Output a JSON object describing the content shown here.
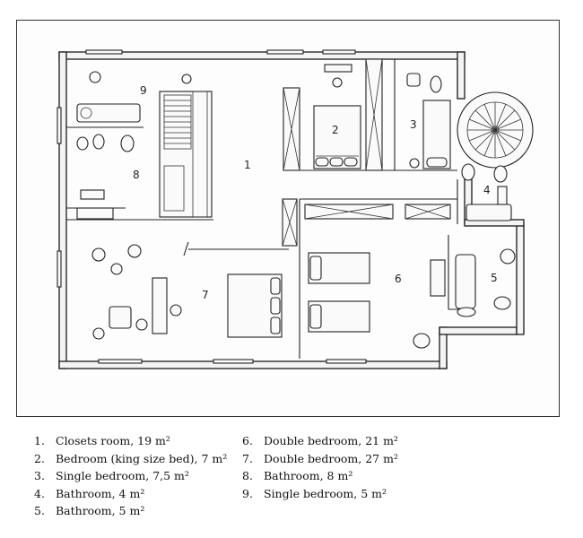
{
  "room_numbers": [
    "1",
    "2",
    "3",
    "4",
    "5",
    "6",
    "7",
    "8",
    "9"
  ],
  "legend": {
    "left": [
      {
        "num": "1.",
        "text": "Closets room, 19 m²"
      },
      {
        "num": "2.",
        "text": "Bedroom (king size bed), 7 m²"
      },
      {
        "num": "3.",
        "text": "Single bedroom, 7,5 m²"
      },
      {
        "num": "4.",
        "text": "Bathroom, 4 m²"
      },
      {
        "num": "5.",
        "text": "Bathroom, 5 m²"
      }
    ],
    "right": [
      {
        "num": "6.",
        "text": "Double bedroom, 21 m²"
      },
      {
        "num": "7.",
        "text": "Double bedroom, 27 m²"
      },
      {
        "num": "8.",
        "text": "Bathroom, 8 m²"
      },
      {
        "num": "9.",
        "text": "Single bedroom, 5 m²"
      }
    ]
  }
}
